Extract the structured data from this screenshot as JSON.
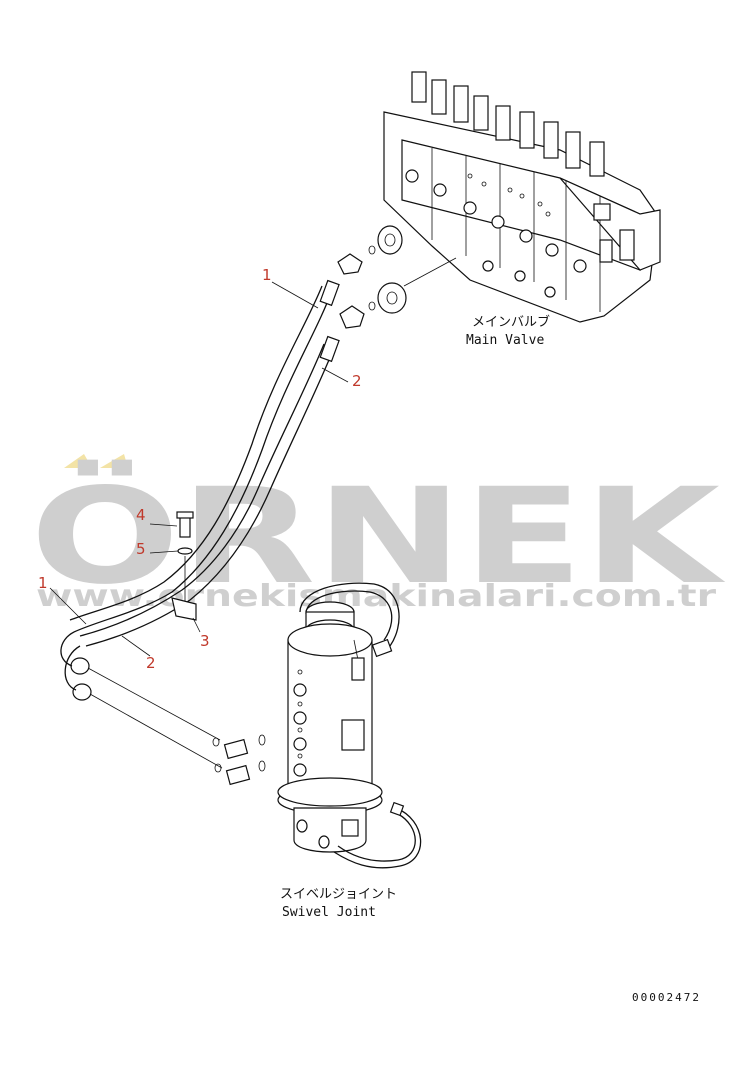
{
  "watermark": {
    "brand": "ÖRNEK",
    "url": "www.ornekismakinalari.com.tr",
    "accent_color": "#f3e3a6",
    "text_color": "#cfcfcf"
  },
  "callouts": {
    "hose_upper_1": "1",
    "hose_upper_2": "2",
    "bolt_4": "4",
    "washer_5": "5",
    "hose_lower_1": "1",
    "hose_lower_2": "2",
    "clamp_3": "3"
  },
  "labels": {
    "main_valve_jp": "メインバルブ",
    "main_valve_en": "Main Valve",
    "swivel_jp": "スイベルジョイント",
    "swivel_en": "Swivel Joint"
  },
  "document_number": "00002472",
  "callout_color": "#c0392b"
}
